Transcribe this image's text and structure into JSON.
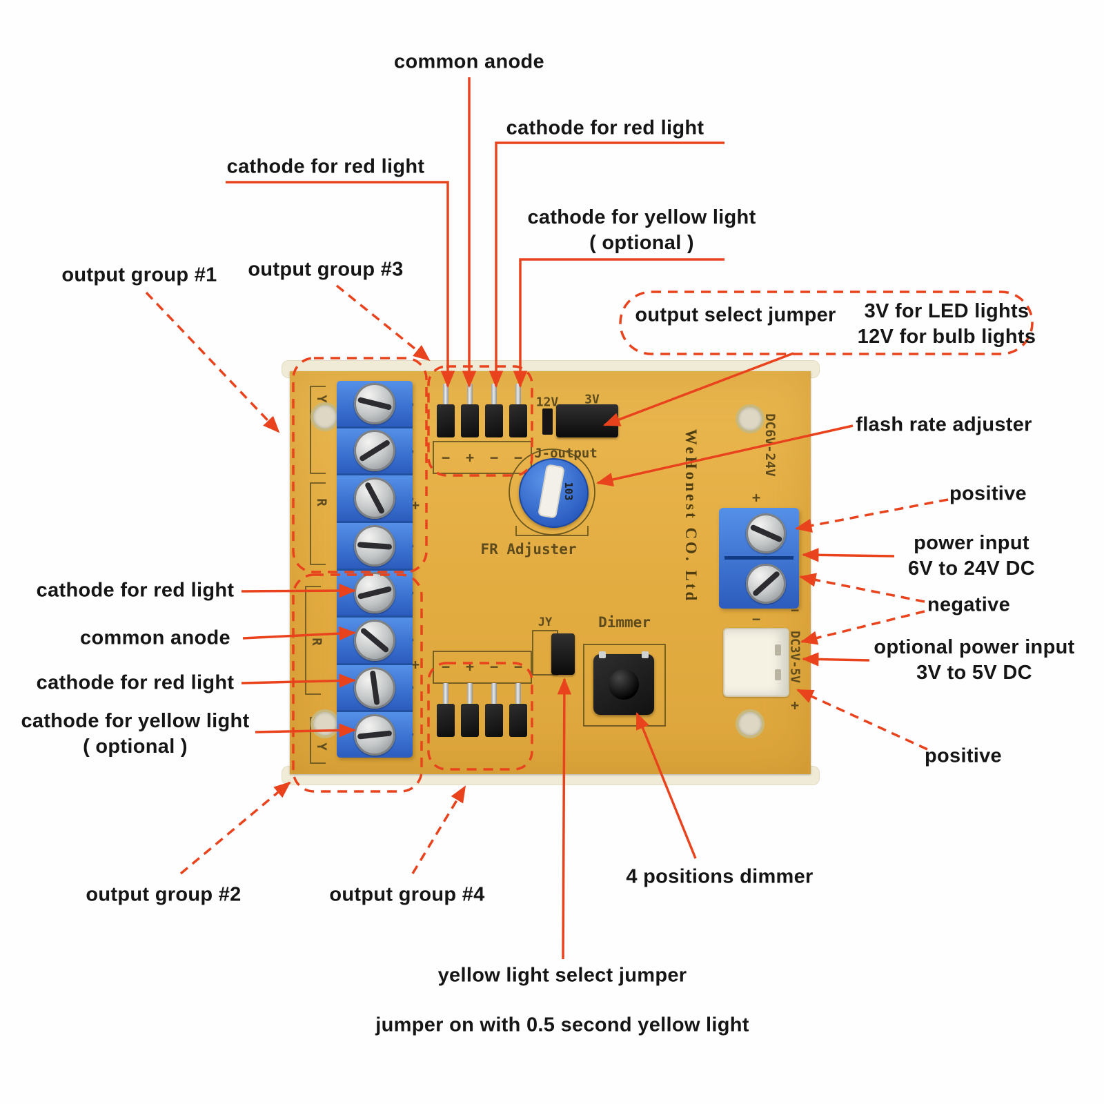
{
  "colors": {
    "annotation": "#e8431d",
    "label_text": "#151515",
    "board": "#e3ac41",
    "terminal_blue": "#3a70cf",
    "silkscreen": "#5d4a1d"
  },
  "labels": {
    "common_anode_top": "common anode",
    "cathode_red_top_right": "cathode for red light",
    "cathode_red_top_left": "cathode for red light",
    "cathode_yellow_top_line1": "cathode for yellow light",
    "cathode_yellow_top_line2": "( optional )",
    "output_group_1": "output group #1",
    "output_group_3": "output group #3",
    "output_select_jumper": "output select jumper",
    "select_desc_line1": "3V for LED lights",
    "select_desc_line2": "12V for bulb lights",
    "flash_rate": "flash rate adjuster",
    "positive_top": "positive",
    "power_input_line1": "power input",
    "power_input_line2": "6V to 24V DC",
    "negative": "negative",
    "optional_power_line1": "optional power input",
    "optional_power_line2": "3V to 5V DC",
    "positive_bottom": "positive",
    "cathode_red_left_1": "cathode for red light",
    "common_anode_left": "common anode",
    "cathode_red_left_2": "cathode for red light",
    "cathode_yellow_left_line1": "cathode for yellow light",
    "cathode_yellow_left_line2": "( optional )",
    "output_group_2": "output group #2",
    "output_group_4": "output group #4",
    "dimmer": "4 positions dimmer",
    "yellow_jumper_line1": "yellow light select jumper",
    "yellow_jumper_line2": "jumper on with 0.5 second yellow light"
  },
  "board": {
    "v12": "12V",
    "v3": "3V",
    "j_output": "J-output",
    "fr_adjuster": "FR Adjuster",
    "jy": "JY",
    "dimmer": "Dimmer",
    "company": "WeHonest CO. Ltd",
    "dc_main": "DC6V-24V",
    "dc_opt": "DC3V-5V",
    "pot_value": "103",
    "y_top": "Y",
    "r_top": "R",
    "r_bottom": "R",
    "y_bottom": "Y",
    "plus": "+",
    "minus": "−",
    "marks_top": [
      "−",
      "+",
      "−",
      "−"
    ],
    "marks_bottom": [
      "−",
      "+",
      "−",
      "−"
    ]
  }
}
